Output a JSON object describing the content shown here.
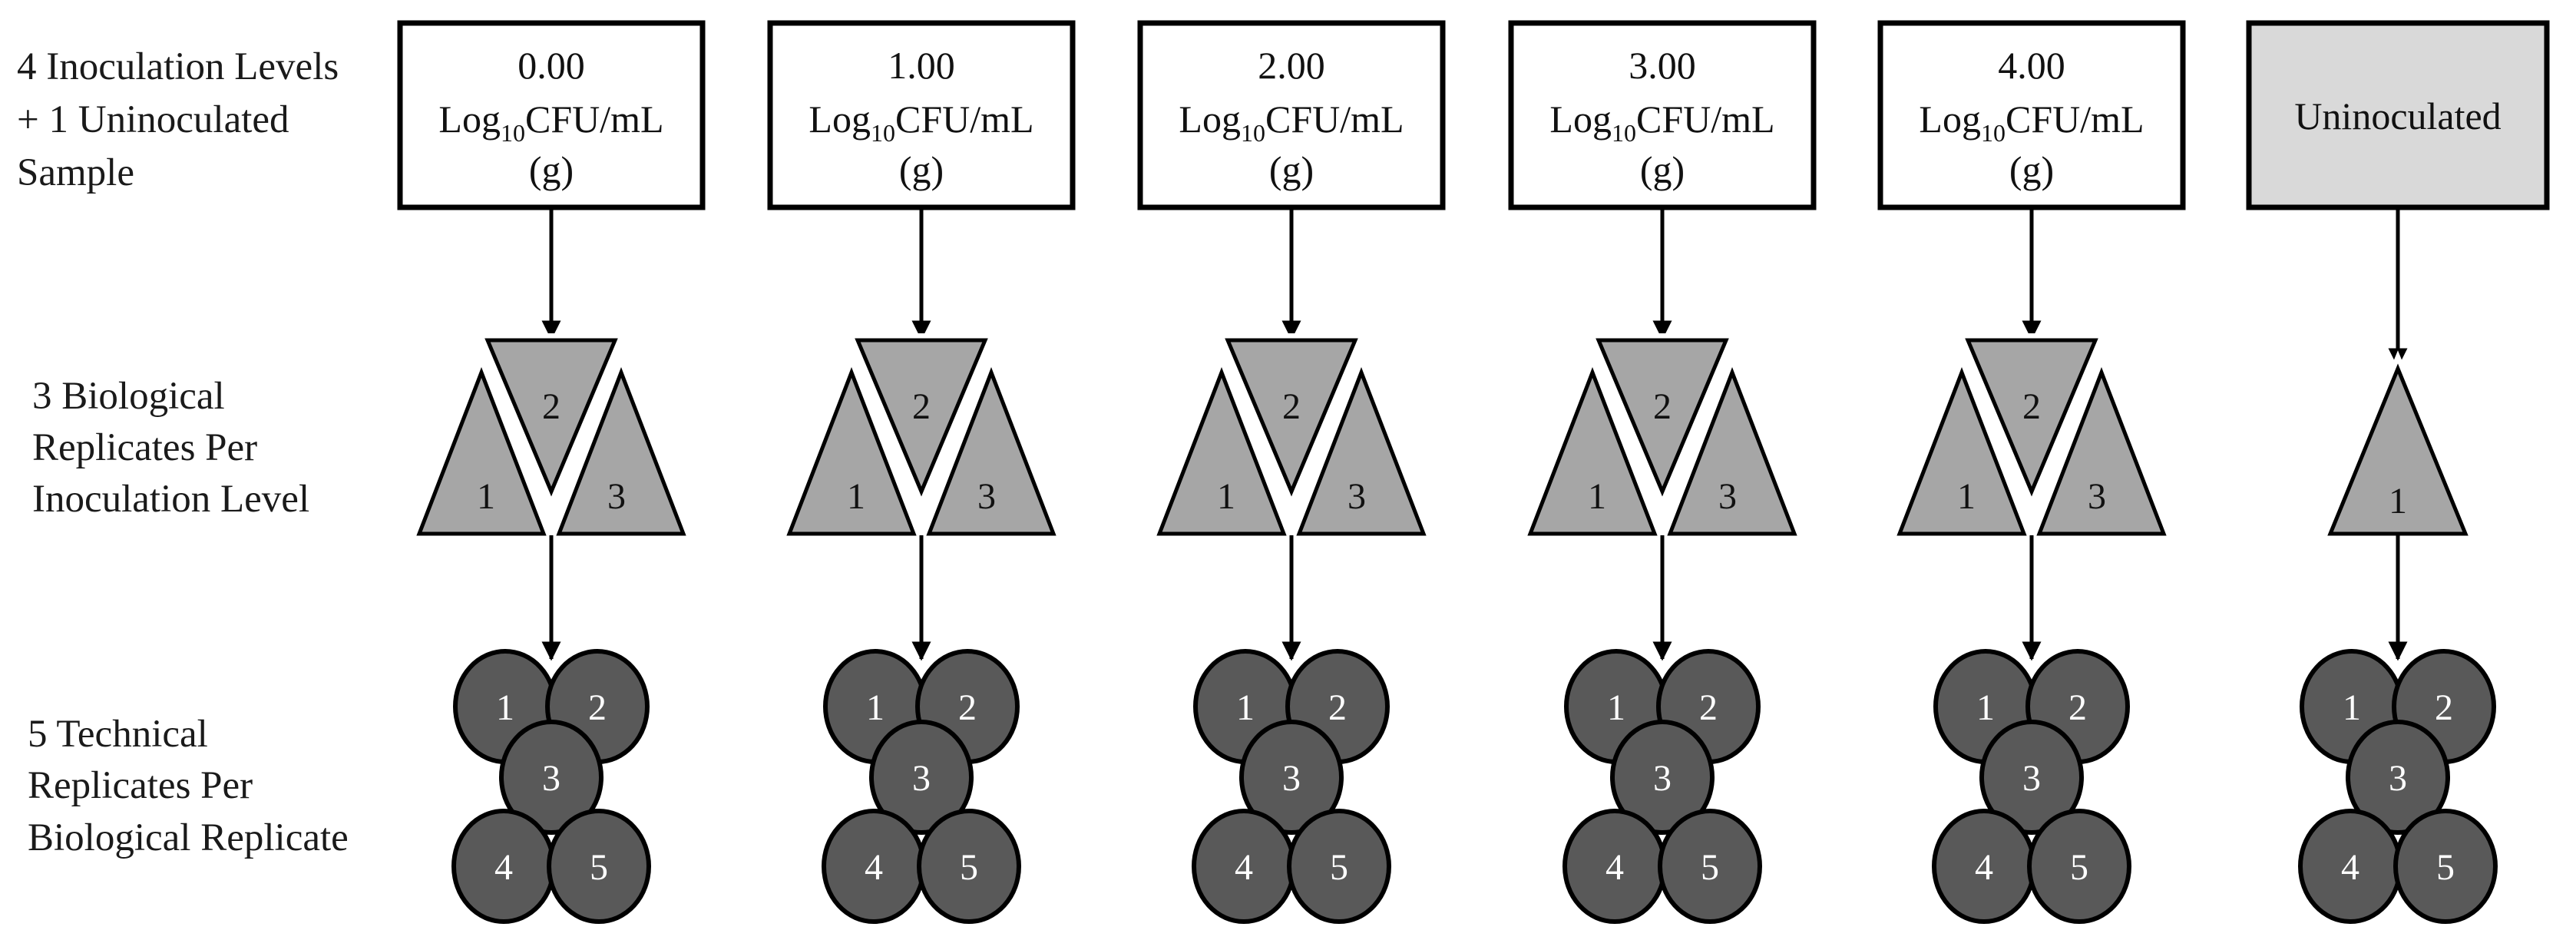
{
  "row_labels": {
    "inoculation": [
      "4 Inoculation Levels",
      "+ 1 Uninoculated",
      "Sample"
    ],
    "biological": [
      "3 Biological",
      "Replicates Per",
      "Inoculation Level"
    ],
    "technical": [
      "5 Technical",
      "Replicates Per",
      "Biological Replicate"
    ]
  },
  "levels": [
    {
      "value": "0.00",
      "unit_prefix": "Log",
      "unit_sub": "10",
      "unit_suffix": "CFU/mL",
      "unit_paren": "(g)",
      "bio_numbers": [
        "1",
        "2",
        "3"
      ],
      "tech_numbers": [
        "1",
        "2",
        "3",
        "4",
        "5"
      ]
    },
    {
      "value": "1.00",
      "unit_prefix": "Log",
      "unit_sub": "10",
      "unit_suffix": "CFU/mL",
      "unit_paren": "(g)",
      "bio_numbers": [
        "1",
        "2",
        "3"
      ],
      "tech_numbers": [
        "1",
        "2",
        "3",
        "4",
        "5"
      ]
    },
    {
      "value": "2.00",
      "unit_prefix": "Log",
      "unit_sub": "10",
      "unit_suffix": "CFU/mL",
      "unit_paren": "(g)",
      "bio_numbers": [
        "1",
        "2",
        "3"
      ],
      "tech_numbers": [
        "1",
        "2",
        "3",
        "4",
        "5"
      ]
    },
    {
      "value": "3.00",
      "unit_prefix": "Log",
      "unit_sub": "10",
      "unit_suffix": "CFU/mL",
      "unit_paren": "(g)",
      "bio_numbers": [
        "1",
        "2",
        "3"
      ],
      "tech_numbers": [
        "1",
        "2",
        "3",
        "4",
        "5"
      ]
    },
    {
      "value": "4.00",
      "unit_prefix": "Log",
      "unit_sub": "10",
      "unit_suffix": "CFU/mL",
      "unit_paren": "(g)",
      "bio_numbers": [
        "1",
        "2",
        "3"
      ],
      "tech_numbers": [
        "1",
        "2",
        "3",
        "4",
        "5"
      ]
    }
  ],
  "uninoculated": {
    "label": "Uninoculated",
    "bio_numbers": [
      "1"
    ],
    "tech_numbers": [
      "1",
      "2",
      "3",
      "4",
      "5"
    ]
  },
  "colors": {
    "box_fill": "#ffffff",
    "uninoculated_fill": "#d9d9d9",
    "triangle_fill": "#a6a6a6",
    "circle_fill": "#595959",
    "stroke": "#000000",
    "circle_text": "#ffffff",
    "triangle_text": "#111111"
  }
}
